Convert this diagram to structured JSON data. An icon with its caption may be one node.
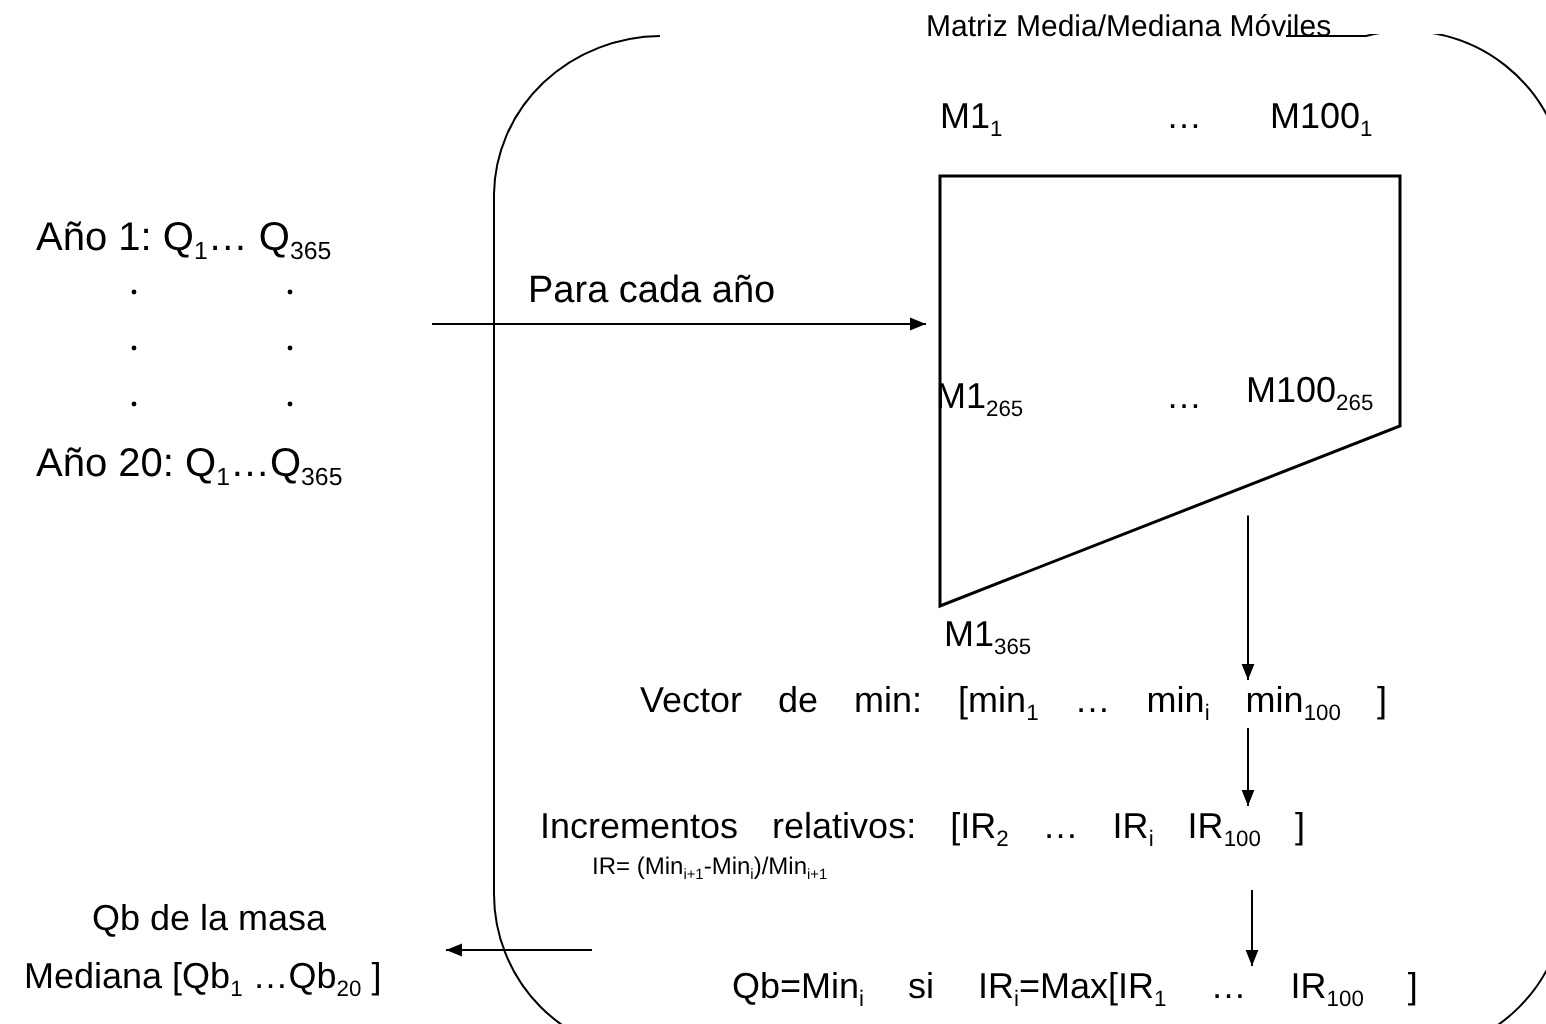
{
  "diagram": {
    "nodes": [
      {
        "text": [
          "Año 1: Q$_{1}$… Q$_{365}$",
          "Año 20: Q$_{1}$…Q$_{365}$"
        ]
      },
      {
        "text": [],
        "shape": "box"
      },
      {
        "text": [
          "Matriz Media/Mediana Móviles",
          "M1$_{1}$",
          "…",
          "M100$_{1}$",
          "M1$_{265}$",
          "…",
          "M100$_{265}$",
          "M1$_{365}$"
        ],
        "in": 1
      },
      {
        "text": [
          "Vector de min: [min$_{1}$ … min$_{i}$ min$_{100}$ ]"
        ],
        "in": 1
      },
      {
        "text": [
          "Incrementos relativos: [IR$_{2}$ … IR$_{i}$ IR$_{100}$ ]",
          "IR= (Min$_{i+1}$-Min$_{i}$)/Min$_{i+1}$"
        ],
        "in": 1
      },
      {
        "text": [
          "Qb=Min$_{i}$ si IR$_{i}$=Max[IR$_{1}$ … IR$_{100}$ ]"
        ],
        "in": 1
      },
      {
        "text": [
          "Qb de la masa",
          "Mediana [Qb$_{1}$ …Qb$_{20}$ ]"
        ]
      }
    ],
    "edges": [
      {
        "from": 0,
        "to": 2,
        "arrow": "to",
        "label": "Para cada año"
      },
      {
        "from": 2,
        "to": 3,
        "arrow": "to"
      },
      {
        "from": 3,
        "to": 4,
        "arrow": "to"
      },
      {
        "from": 4,
        "to": 5,
        "arrow": "to"
      },
      {
        "from": null,
        "to": 6,
        "arrow": "to"
      }
    ]
  }
}
